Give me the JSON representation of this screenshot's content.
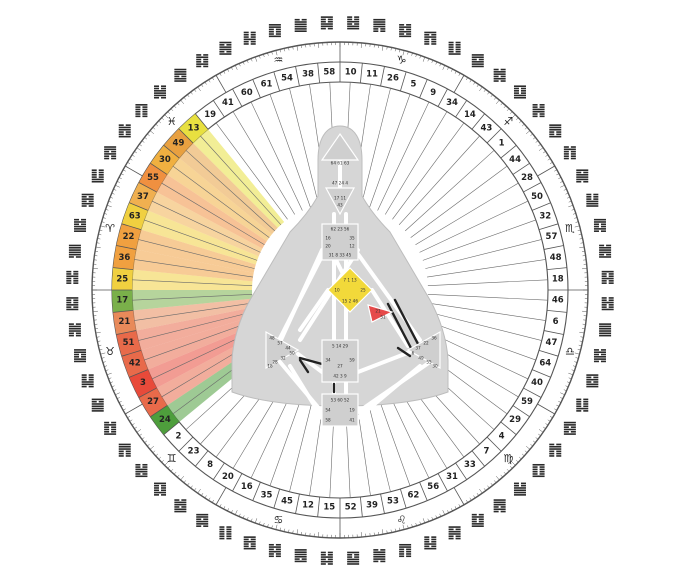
{
  "colors": {
    "background": "#ffffff",
    "ring_line": "#555555",
    "spoke": "#6a6a6a",
    "body_fill": "#d6d6d6",
    "center_line": "#ffffff",
    "head_center": "#cfcfcf",
    "g_center": "#f2d93a",
    "emotion_center": "#e64a4a",
    "channel_dark": "#222222",
    "hex_dark": "#2a2a2a"
  },
  "gates": [
    {
      "n": "10",
      "color": ""
    },
    {
      "n": "11",
      "color": ""
    },
    {
      "n": "26",
      "color": ""
    },
    {
      "n": "5",
      "color": ""
    },
    {
      "n": "9",
      "color": ""
    },
    {
      "n": "34",
      "color": ""
    },
    {
      "n": "14",
      "color": ""
    },
    {
      "n": "43",
      "color": ""
    },
    {
      "n": "1",
      "color": ""
    },
    {
      "n": "44",
      "color": ""
    },
    {
      "n": "28",
      "color": ""
    },
    {
      "n": "50",
      "color": ""
    },
    {
      "n": "32",
      "color": ""
    },
    {
      "n": "57",
      "color": ""
    },
    {
      "n": "48",
      "color": ""
    },
    {
      "n": "18",
      "color": ""
    },
    {
      "n": "46",
      "color": ""
    },
    {
      "n": "6",
      "color": ""
    },
    {
      "n": "47",
      "color": ""
    },
    {
      "n": "64",
      "color": ""
    },
    {
      "n": "40",
      "color": ""
    },
    {
      "n": "59",
      "color": ""
    },
    {
      "n": "29",
      "color": ""
    },
    {
      "n": "4",
      "color": ""
    },
    {
      "n": "7",
      "color": ""
    },
    {
      "n": "33",
      "color": ""
    },
    {
      "n": "31",
      "color": ""
    },
    {
      "n": "56",
      "color": ""
    },
    {
      "n": "62",
      "color": ""
    },
    {
      "n": "53",
      "color": ""
    },
    {
      "n": "39",
      "color": ""
    },
    {
      "n": "52",
      "color": ""
    },
    {
      "n": "15",
      "color": ""
    },
    {
      "n": "12",
      "color": ""
    },
    {
      "n": "45",
      "color": ""
    },
    {
      "n": "35",
      "color": ""
    },
    {
      "n": "16",
      "color": ""
    },
    {
      "n": "20",
      "color": ""
    },
    {
      "n": "8",
      "color": ""
    },
    {
      "n": "23",
      "color": ""
    },
    {
      "n": "2",
      "color": ""
    },
    {
      "n": "24",
      "color": "#4e9e3c"
    },
    {
      "n": "27",
      "color": "#e86a4a"
    },
    {
      "n": "3",
      "color": "#e84a3a"
    },
    {
      "n": "42",
      "color": "#e86a4a"
    },
    {
      "n": "51",
      "color": "#e86a4a"
    },
    {
      "n": "21",
      "color": "#e88a5a"
    },
    {
      "n": "17",
      "color": "#7ab04a"
    },
    {
      "n": "25",
      "color": "#f0d040"
    },
    {
      "n": "36",
      "color": "#f0a040"
    },
    {
      "n": "22",
      "color": "#f0a040"
    },
    {
      "n": "63",
      "color": "#f0d040"
    },
    {
      "n": "37",
      "color": "#f0b050"
    },
    {
      "n": "55",
      "color": "#f09040"
    },
    {
      "n": "30",
      "color": "#f0b040"
    },
    {
      "n": "49",
      "color": "#e8a040"
    },
    {
      "n": "13",
      "color": "#e8e040"
    },
    {
      "n": "19",
      "color": ""
    },
    {
      "n": "41",
      "color": ""
    },
    {
      "n": "60",
      "color": ""
    },
    {
      "n": "61",
      "color": ""
    },
    {
      "n": "54",
      "color": ""
    },
    {
      "n": "38",
      "color": ""
    },
    {
      "n": "58",
      "color": ""
    }
  ],
  "zodiac_signs": [
    {
      "glyph": "♑",
      "name": "capricorn-icon"
    },
    {
      "glyph": "♐",
      "name": "sagittarius-icon"
    },
    {
      "glyph": "♏",
      "name": "scorpio-icon"
    },
    {
      "glyph": "♎",
      "name": "libra-icon"
    },
    {
      "glyph": "♍",
      "name": "virgo-icon"
    },
    {
      "glyph": "♌",
      "name": "leo-icon"
    },
    {
      "glyph": "♋",
      "name": "cancer-icon"
    },
    {
      "glyph": "♊",
      "name": "gemini-icon"
    },
    {
      "glyph": "♉",
      "name": "taurus-icon"
    },
    {
      "glyph": "♈",
      "name": "aries-icon"
    },
    {
      "glyph": "♓",
      "name": "pisces-icon"
    },
    {
      "glyph": "♒",
      "name": "aquarius-icon"
    }
  ],
  "body_labels": {
    "head_top": "64 61 63",
    "head_bottom": "47 24 4",
    "ajna_top": "17 11",
    "ajna_mid": "43",
    "throat_top": "62 23 56",
    "throat_l1": "16",
    "throat_r1": "35",
    "throat_l2": "20",
    "throat_r2": "12",
    "throat_bottom": "31 8 33 45",
    "g_top": "7 1 13",
    "g_l": "10",
    "g_r": "25",
    "g_bottom": "15 2 46",
    "heart_a": "21",
    "heart_b": "51",
    "sacral_top": "5 14 29",
    "sacral_l": "34",
    "sacral_m": "27",
    "sacral_r": "59",
    "sacral_bottom": "42 3 9",
    "root_top": "53 60 52",
    "root_mid_l": "54",
    "root_mid_r": "19",
    "root_bottom_l": "58",
    "root_bottom_r": "41",
    "spleen_a": "48",
    "spleen_b": "57",
    "spleen_c": "44",
    "spleen_d": "50",
    "spleen_e": "32",
    "spleen_f": "28",
    "spleen_g": "18",
    "solar_a": "36",
    "solar_b": "22",
    "solar_c": "37",
    "solar_d": "6",
    "solar_e": "49",
    "solar_f": "55",
    "solar_g": "30"
  }
}
